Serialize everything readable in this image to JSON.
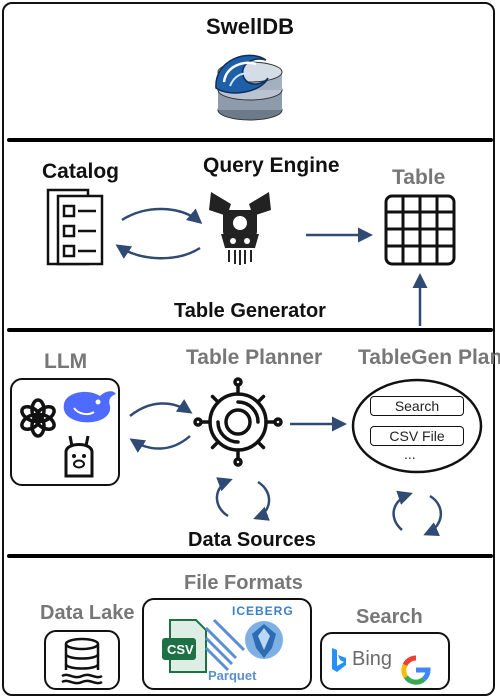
{
  "title": "SwellDB",
  "sections": {
    "table_generator": "Table Generator",
    "data_sources": "Data Sources"
  },
  "top_row": {
    "catalog": "Catalog",
    "query_engine": "Query Engine",
    "table": "Table"
  },
  "middle_row": {
    "llm": "LLM",
    "table_planner": "Table Planner",
    "tablegen_plan": "TableGen Plan",
    "plan_items": [
      "Search",
      "CSV File",
      "..."
    ]
  },
  "bottom_row": {
    "data_lake": "Data Lake",
    "file_formats": "File Formats",
    "search": "Search",
    "csv_badge": "CSV",
    "iceberg_logo": "ICEBERG",
    "parquet_logo": "Parquet",
    "bing_logo": "Bing",
    "google_logo": "G"
  },
  "colors": {
    "arrow": "#2f4a73",
    "label_gray": "#777777",
    "iceberg_blue": "#3d7fc4",
    "csv_green": "#1e7145"
  },
  "icons": [
    "swelldb-logo-icon",
    "catalog-icon",
    "engine-icon",
    "table-grid-icon",
    "openai-icon",
    "deepseek-icon",
    "llama-icon",
    "gear-icon",
    "database-icon",
    "csv-file-icon",
    "iceberg-icon",
    "bing-icon",
    "google-icon"
  ]
}
